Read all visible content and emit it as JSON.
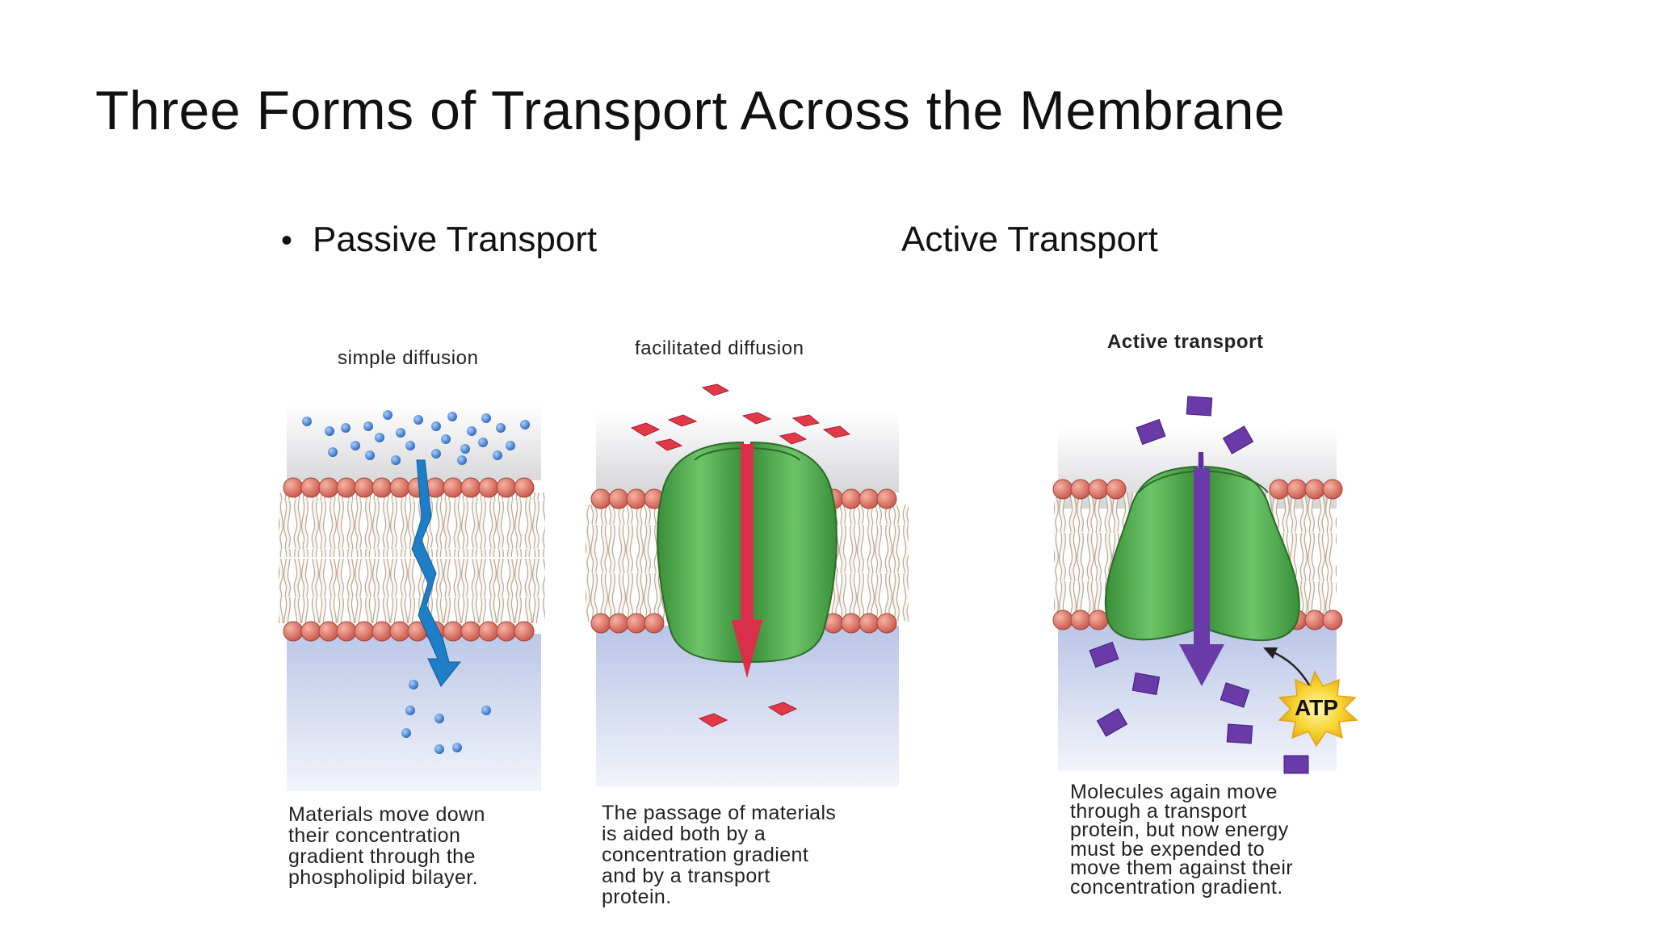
{
  "title": "Three Forms of Transport Across the Membrane",
  "headings": {
    "passive": "Passive Transport",
    "active": "Active Transport"
  },
  "panels": {
    "simple": {
      "label": "simple diffusion",
      "caption": [
        "Materials move down",
        "their concentration",
        "gradient through the",
        "phospholipid bilayer."
      ]
    },
    "facilitated": {
      "label": "facilitated diffusion",
      "caption": [
        "The passage of materials",
        "is aided both by a",
        "concentration gradient",
        "and by a transport",
        "protein."
      ]
    },
    "active": {
      "label": "Active transport",
      "badge": "ATP",
      "caption": [
        "Molecules again move",
        "through a transport",
        "protein, but now energy",
        "must be expended to",
        "move them against their",
        "concentration gradient."
      ]
    }
  },
  "colors": {
    "solute_blue": "#3f7fd0",
    "solute_red": "#e0394a",
    "solute_purple": "#6a3aa8",
    "protein_green": "#4ea84a",
    "atp_yellow": "#f7d531",
    "lipid_head": "#e07a6a",
    "cytoplasm": "#c3cdea"
  }
}
